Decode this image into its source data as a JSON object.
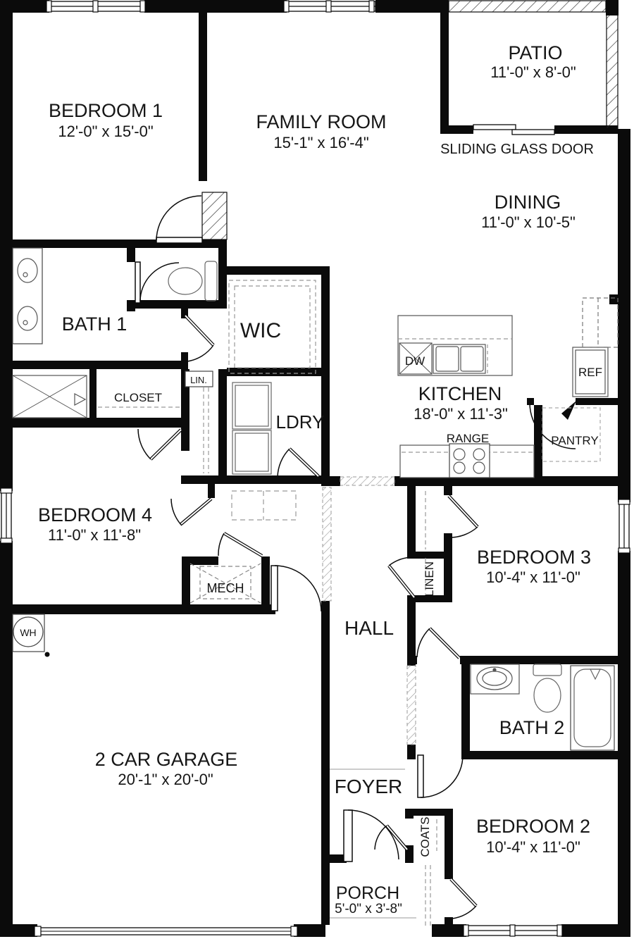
{
  "plan": {
    "rooms": {
      "bedroom1": {
        "name": "BEDROOM 1",
        "dims": "12'-0\" x 15'-0\""
      },
      "family": {
        "name": "FAMILY ROOM",
        "dims": "15'-1\" x 16'-4\""
      },
      "patio": {
        "name": "PATIO",
        "dims": "11'-0\" x 8'-0\""
      },
      "dining": {
        "name": "DINING",
        "dims": "11'-0\" x 10'-5\""
      },
      "kitchen": {
        "name": "KITCHEN",
        "dims": "18'-0\" x 11'-3\""
      },
      "bath1": {
        "name": "BATH 1"
      },
      "wic": {
        "name": "WIC"
      },
      "closet": {
        "name": "CLOSET"
      },
      "lin": {
        "name": "LIN."
      },
      "ldry": {
        "name": "LDRY"
      },
      "bedroom4": {
        "name": "BEDROOM 4",
        "dims": "11'-0\" x 11'-8\""
      },
      "bedroom3": {
        "name": "BEDROOM 3",
        "dims": "10'-4\" x 11'-0\""
      },
      "linen": {
        "name": "LINEN"
      },
      "mech": {
        "name": "MECH"
      },
      "hall": {
        "name": "HALL"
      },
      "wh": {
        "name": "WH"
      },
      "garage": {
        "name": "2 CAR GARAGE",
        "dims": "20'-1\" x 20'-0\""
      },
      "bath2": {
        "name": "BATH 2"
      },
      "foyer": {
        "name": "FOYER"
      },
      "coats": {
        "name": "COATS"
      },
      "bedroom2": {
        "name": "BEDROOM 2",
        "dims": "10'-4\" x 11'-0\""
      },
      "porch": {
        "name": "PORCH",
        "dims": "5'-0\" x 3'-8\""
      }
    },
    "fixtures": {
      "dw": "DW",
      "ref": "REF",
      "range": "RANGE",
      "pantry": "PANTRY",
      "sliding_door": "SLIDING GLASS DOOR"
    },
    "colors": {
      "wall": "#0b0b0b",
      "background": "#ffffff",
      "hatch": "#333333",
      "dashed": "#8a8a8a"
    }
  }
}
